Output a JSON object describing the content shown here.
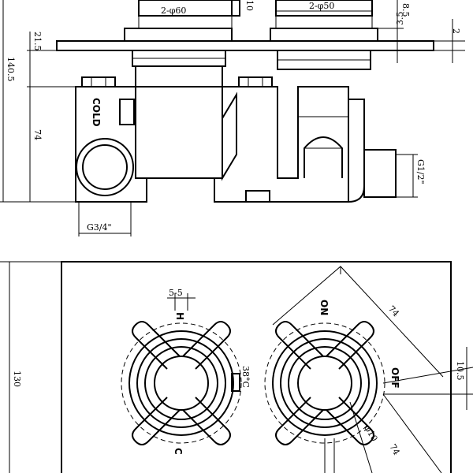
{
  "side_view": {
    "dims": {
      "top_left_dia": "2-φ60",
      "top_right_dia": "2-φ50",
      "top_10": "10",
      "right_8_5": "8.5",
      "right_3_5": "3.5",
      "right_2": "2",
      "left_21_5": "21.5",
      "left_140_5": "140.5",
      "left_74": "74",
      "outlet_thread": "G1/2\"",
      "inlet_thread": "G3/4\""
    },
    "labels": {
      "cold": "COLD"
    }
  },
  "front_view": {
    "dims": {
      "height_130": "130",
      "gap_5_5": "5-5",
      "diag_74_top": "74",
      "diag_74_bottom": "74",
      "offset_10_5": "10.5",
      "hole_dia": "φ10"
    },
    "labels": {
      "h": "H",
      "c": "C",
      "temp": "38°C",
      "on": "ON",
      "off": "OFF"
    }
  }
}
